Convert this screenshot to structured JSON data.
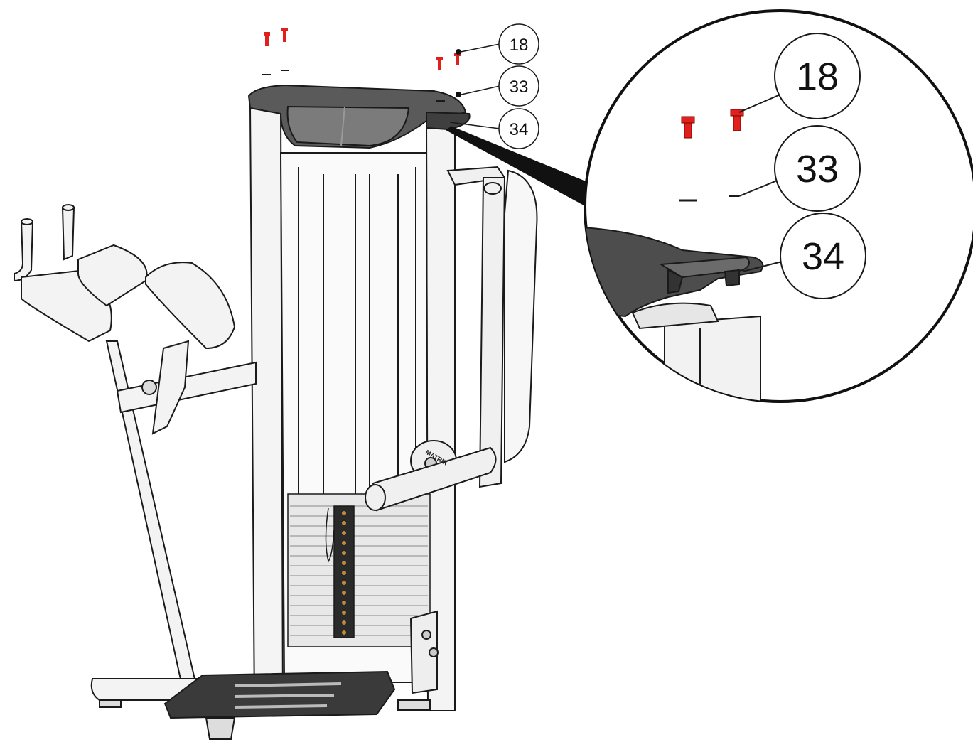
{
  "callouts": {
    "small": [
      {
        "label": "18"
      },
      {
        "label": "33"
      },
      {
        "label": "34"
      }
    ],
    "detail": [
      {
        "label": "18"
      },
      {
        "label": "33"
      },
      {
        "label": "34"
      }
    ]
  },
  "brand": {
    "text": "MATRIX"
  },
  "colors": {
    "line": "#1a1a1a",
    "frame_fill": "#f2f2f2",
    "dark_part": "#4a4a4a",
    "screw_red": "#e0201c",
    "weight_pin": "#8a5a1a"
  }
}
